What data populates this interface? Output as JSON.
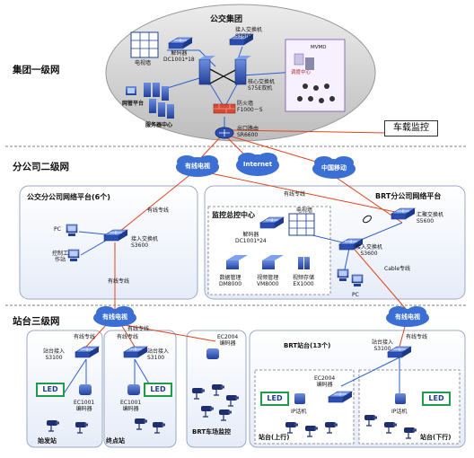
{
  "tiers": {
    "group": "集团一级网",
    "branch": "分公司二级网",
    "station": "站台三级网"
  },
  "hq": {
    "title": "公交集团",
    "access_switch": "接入交换机\nS3600",
    "decoder": "解码器\nDC1001*18",
    "tv_wall": "电视墙",
    "core_switch": "核心交换机\nS75E双机",
    "firewall": "防火墙\nF1000－S",
    "router": "出口路由\nSR6600",
    "network_mgmt": "网管平台",
    "server_center": "服务器中心",
    "dispatch_center": "调度中心",
    "mvmd": "MVMD"
  },
  "vehicle_monitor": "车载监控",
  "clouds": {
    "cable_tv_top": "有线电视",
    "internet": "Internet",
    "china_mobile": "中国移动",
    "cable_tv_left": "有线电视",
    "cable_tv_right": "有线电视"
  },
  "bus_branch": {
    "title": "公交分公司网络平台(6个)",
    "pc": "PC",
    "control_ws": "控制工\n作站",
    "access_switch": "接入交换机\nS3600"
  },
  "brt_branch": {
    "title": "BRT分公司网络平台",
    "monitor_center": "监控总控中心",
    "tv_wall": "电视墙",
    "decoder": "解码器\nDC1001*24",
    "data_mgmt": "数据管理\nDM8000",
    "video_mgmt": "视频管理\nVM8000",
    "video_storage": "视频存储\nEX1000",
    "agg_switch": "汇聚交换机\nS5600",
    "access_switch": "接入交换机\nS3600",
    "pc": "PC"
  },
  "links": {
    "cable_1": "有线专线",
    "cable_2": "有线专线",
    "cable_3": "有线专线",
    "cable_4": "Cable专线",
    "cable_5": "有线专线",
    "cable_6": "有线专线",
    "cable_7": "有线专线",
    "cable_8": "有线专线"
  },
  "stations": {
    "depart": {
      "title": "始发站",
      "access": "站台接入\nS3100",
      "led": "LED",
      "encoder": "EC1001\n编码器"
    },
    "terminal": {
      "title": "终点站",
      "access": "站台接入\nS3100",
      "led": "LED",
      "encoder": "EC1001\n编码器"
    },
    "brt_yard": {
      "title": "BRT车场监控",
      "encoder": "EC2004\n编码器"
    },
    "brt_station": {
      "title": "BRT站台(13个)",
      "access": "站台接入\nS3100",
      "encoder": "EC2004\n编码器",
      "ip_phone_1": "IP话机",
      "ip_phone_2": "IP话机",
      "led_1": "LED",
      "led_2": "LED",
      "up": "站台(上行)",
      "down": "站台(下行)"
    }
  },
  "colors": {
    "link_red": "#e0451e",
    "link_blue": "#2b5fd0",
    "cloud_blue": "#3b6fd3",
    "led_green": "#1e9c4a",
    "panel_bg": "#eef2fb",
    "hq_ellipse": "#cfcfcf"
  }
}
